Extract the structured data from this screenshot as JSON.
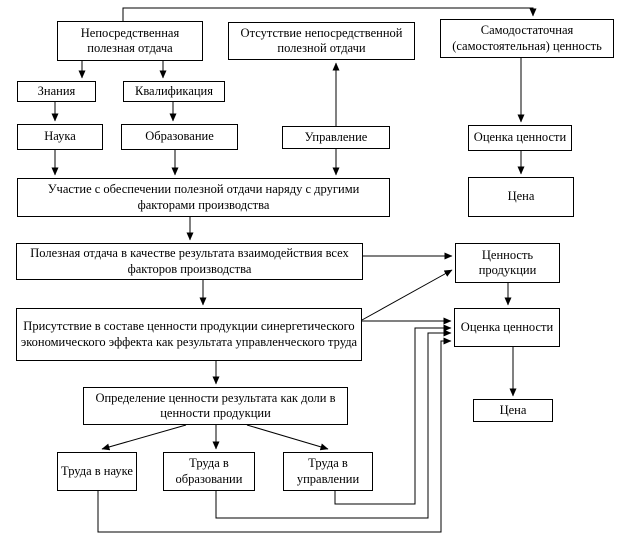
{
  "diagram": {
    "type": "flowchart",
    "background_color": "#ffffff",
    "line_color": "#000000",
    "box_fill_color": "#ffffff",
    "boxes": [
      {
        "id": "direct-benefit",
        "label": "Непосредственная полезная отдача"
      },
      {
        "id": "absence-of-benefit",
        "label": "Отсутствие непосредственной полезной отдачи"
      },
      {
        "id": "self-sufficient-value",
        "label": "Самодостаточная (самостоятельная) ценность"
      },
      {
        "id": "knowledge",
        "label": "Знания"
      },
      {
        "id": "qualification",
        "label": "Квалификация"
      },
      {
        "id": "science",
        "label": "Наука"
      },
      {
        "id": "education",
        "label": "Образование"
      },
      {
        "id": "management",
        "label": "Управление"
      },
      {
        "id": "value-assessment-top",
        "label": "Оценка ценности"
      },
      {
        "id": "participation",
        "label": "Участие с обеспечении полезной отдачи наряду с другими факторами производства"
      },
      {
        "id": "price-top",
        "label": "Цена"
      },
      {
        "id": "useful-return",
        "label": "Полезная отдача в качестве результата взаимодействия всех факторов производства"
      },
      {
        "id": "product-value",
        "label": "Ценность продукции"
      },
      {
        "id": "presence",
        "label": "Присутствие в составе ценности продукции синергетического экономического эффекта как результата управленческого труда"
      },
      {
        "id": "value-assessment-bottom",
        "label": "Оценка ценности"
      },
      {
        "id": "determination",
        "label": "Определение ценности результата как доли в ценности продукции"
      },
      {
        "id": "price-bottom",
        "label": "Цена"
      },
      {
        "id": "labor-in-science",
        "label": "Труда в науке"
      },
      {
        "id": "labor-in-education",
        "label": "Труда в образовании"
      },
      {
        "id": "labor-in-management",
        "label": "Труда в управлении"
      }
    ],
    "edges": [
      {
        "from": "direct-benefit",
        "to": "self-sufficient-value"
      },
      {
        "from": "direct-benefit",
        "to": "knowledge"
      },
      {
        "from": "direct-benefit",
        "to": "qualification"
      },
      {
        "from": "knowledge",
        "to": "science"
      },
      {
        "from": "qualification",
        "to": "education"
      },
      {
        "from": "science",
        "to": "participation"
      },
      {
        "from": "education",
        "to": "participation"
      },
      {
        "from": "management",
        "to": "absence-of-benefit"
      },
      {
        "from": "management",
        "to": "participation"
      },
      {
        "from": "self-sufficient-value",
        "to": "value-assessment-top"
      },
      {
        "from": "value-assessment-top",
        "to": "price-top"
      },
      {
        "from": "participation",
        "to": "useful-return"
      },
      {
        "from": "useful-return",
        "to": "product-value"
      },
      {
        "from": "useful-return",
        "to": "presence"
      },
      {
        "from": "presence",
        "to": "product-value"
      },
      {
        "from": "presence",
        "to": "value-assessment-bottom"
      },
      {
        "from": "product-value",
        "to": "value-assessment-bottom"
      },
      {
        "from": "presence",
        "to": "determination"
      },
      {
        "from": "determination",
        "to": "labor-in-science"
      },
      {
        "from": "determination",
        "to": "labor-in-education"
      },
      {
        "from": "determination",
        "to": "labor-in-management"
      },
      {
        "from": "labor-in-science",
        "to": "value-assessment-bottom"
      },
      {
        "from": "labor-in-education",
        "to": "value-assessment-bottom"
      },
      {
        "from": "labor-in-management",
        "to": "value-assessment-bottom"
      },
      {
        "from": "value-assessment-bottom",
        "to": "price-bottom"
      }
    ]
  }
}
